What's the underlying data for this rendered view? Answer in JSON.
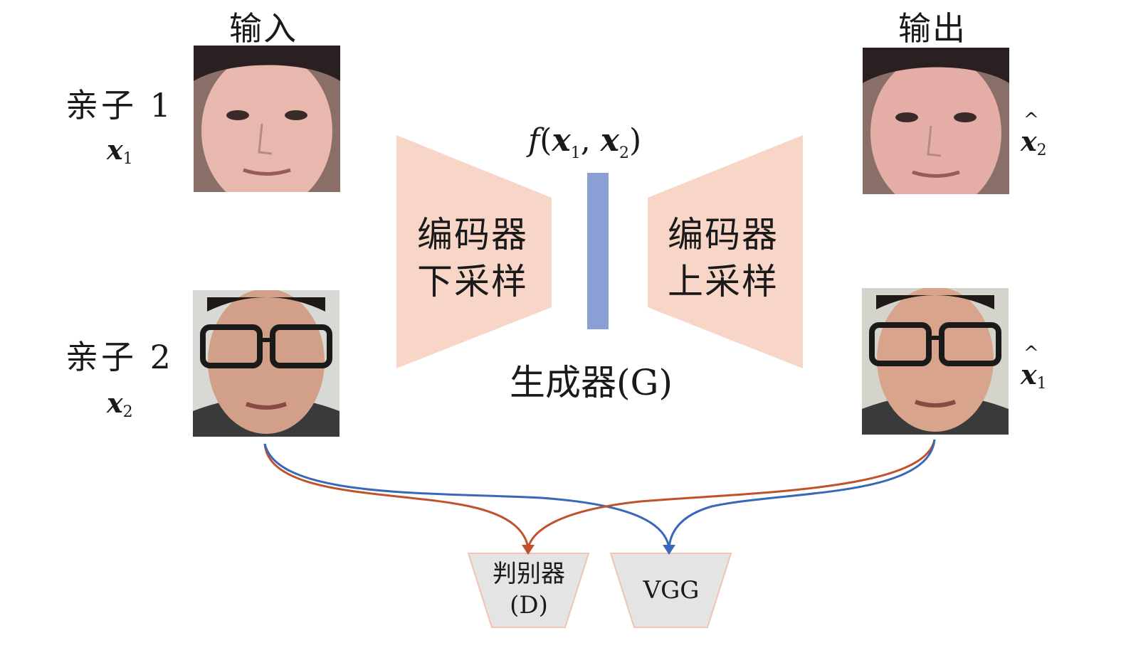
{
  "input_header": "输入",
  "output_header": "输出",
  "person1": {
    "label": "亲子 1",
    "var_base": "x",
    "var_sub": "1"
  },
  "person2": {
    "label": "亲子 2",
    "var_base": "x",
    "var_sub": "2"
  },
  "output_top": {
    "var_base": "x",
    "var_sub": "2"
  },
  "output_bottom": {
    "var_base": "x",
    "var_sub": "1"
  },
  "encoder_down": {
    "line1": "编码器",
    "line2": "下采样"
  },
  "encoder_up": {
    "line1": "编码器",
    "line2": "上采样"
  },
  "latent": {
    "f": "f",
    "x1": "x",
    "s1": "1",
    "sep": ",",
    "x2": "x",
    "s2": "2"
  },
  "generator_label": "生成器(G)",
  "discriminator": {
    "line1": "判别器",
    "line2": "(D)"
  },
  "vgg_label": "VGG",
  "colors": {
    "encoder_fill": "#f7d6c8",
    "bottleneck": "#8aa0d4",
    "arrow_red": "#c0522b",
    "arrow_blue": "#3a68b8",
    "box_fill": "#e4e4e4",
    "box_stroke": "#f2c4b0"
  }
}
